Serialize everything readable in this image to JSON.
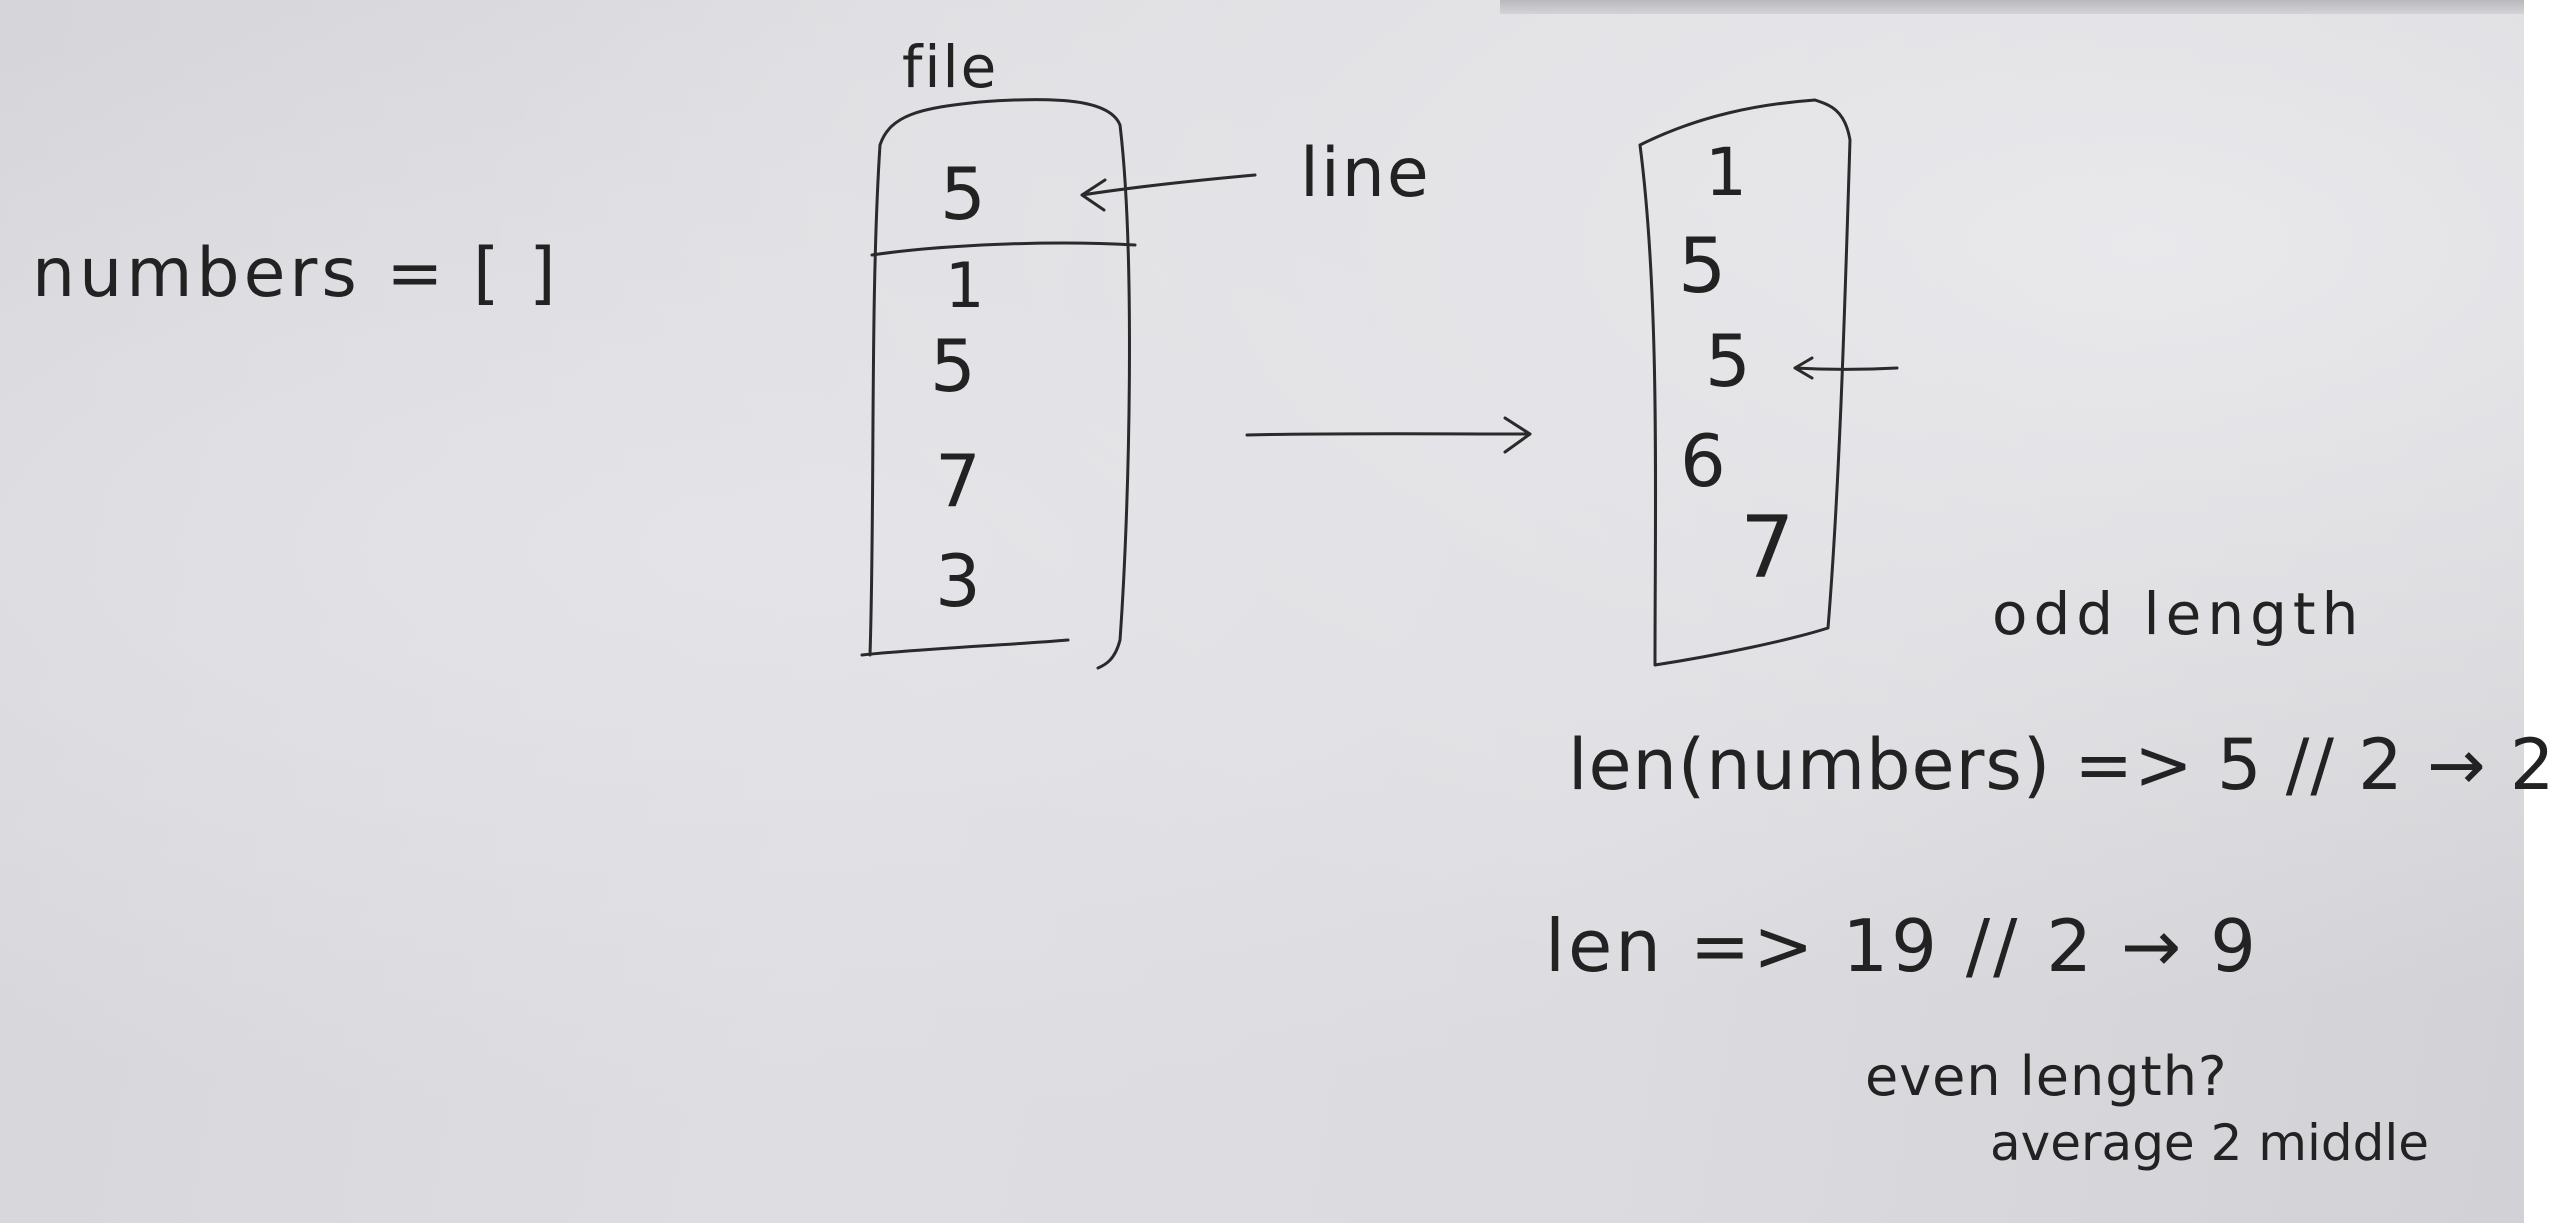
{
  "whiteboard": {
    "numbers_assign": "numbers = [ ]",
    "file_label": "file",
    "file_values": [
      "5",
      "1",
      "5",
      "7",
      "3"
    ],
    "line_label": "line",
    "sorted_values": [
      "1",
      "5",
      "5",
      "6",
      "7"
    ],
    "odd_length_label": "odd length",
    "len_numbers_expr": "len(numbers) => 5 // 2 → 2",
    "len_expr": "len => 19 // 2 → 9",
    "even_length_question": "even length?",
    "average_note": "average 2 middle"
  }
}
